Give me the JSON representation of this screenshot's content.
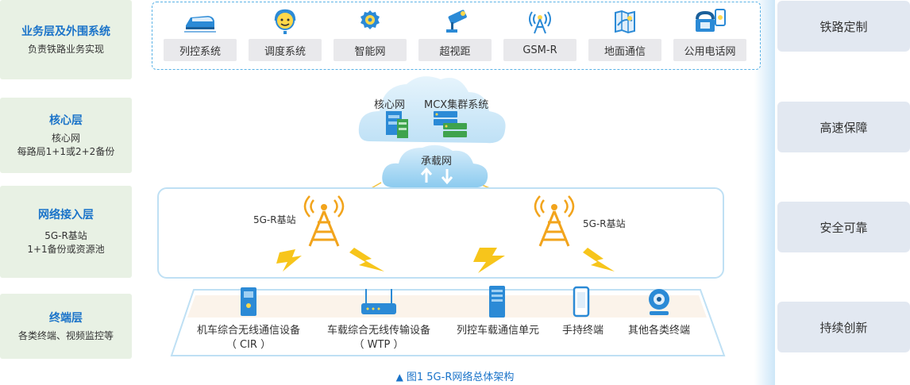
{
  "layers": [
    {
      "title": "业务层及外围系统",
      "desc1": "负责铁路业务实现",
      "desc2": ""
    },
    {
      "title": "核心层",
      "desc1": "核心网",
      "desc2": "每路局1+1或2+2备份"
    },
    {
      "title": "网络接入层",
      "desc1": "5G-R基站",
      "desc2": "1+1备份或资源池"
    },
    {
      "title": "终端层",
      "desc1": "各类终端、视频监控等",
      "desc2": ""
    }
  ],
  "business": {
    "items": [
      {
        "label": "列控系统",
        "icon": "train-icon"
      },
      {
        "label": "调度系统",
        "icon": "dispatcher-icon"
      },
      {
        "label": "智能网",
        "icon": "intelligent-network-icon"
      },
      {
        "label": "超视距",
        "icon": "camera-icon"
      },
      {
        "label": "GSM-R",
        "icon": "antenna-icon"
      },
      {
        "label": "地面通信",
        "icon": "map-icon"
      },
      {
        "label": "公用电话网",
        "icon": "telephone-icon"
      }
    ]
  },
  "core": {
    "core_net": "核心网",
    "mcx": "MCX集群系统",
    "bearer": "承载网"
  },
  "access": {
    "bs_left": "5G-R基站",
    "bs_right": "5G-R基站"
  },
  "terminals": [
    {
      "label": "机车综合无线通信设备",
      "sub": "（ CIR ）",
      "icon": "cir-device-icon"
    },
    {
      "label": "车载综合无线传输设备",
      "sub": "（ WTP ）",
      "icon": "router-icon"
    },
    {
      "label": "列控车载通信单元",
      "sub": "",
      "icon": "server-unit-icon"
    },
    {
      "label": "手持终端",
      "sub": "",
      "icon": "handheld-icon"
    },
    {
      "label": "其他各类终端",
      "sub": "",
      "icon": "webcam-icon"
    }
  ],
  "features": [
    "铁路定制",
    "高速保障",
    "安全可靠",
    "持续创新"
  ],
  "caption": {
    "marker": "▲",
    "text": "图1   5G-R网络总体架构"
  },
  "colors": {
    "accent": "#1a73c9",
    "layer_bg": "#e8f1e4",
    "feature_bg": "#e2e8f1",
    "bolt": "#f7c51b",
    "tower": "#f2a41c"
  }
}
